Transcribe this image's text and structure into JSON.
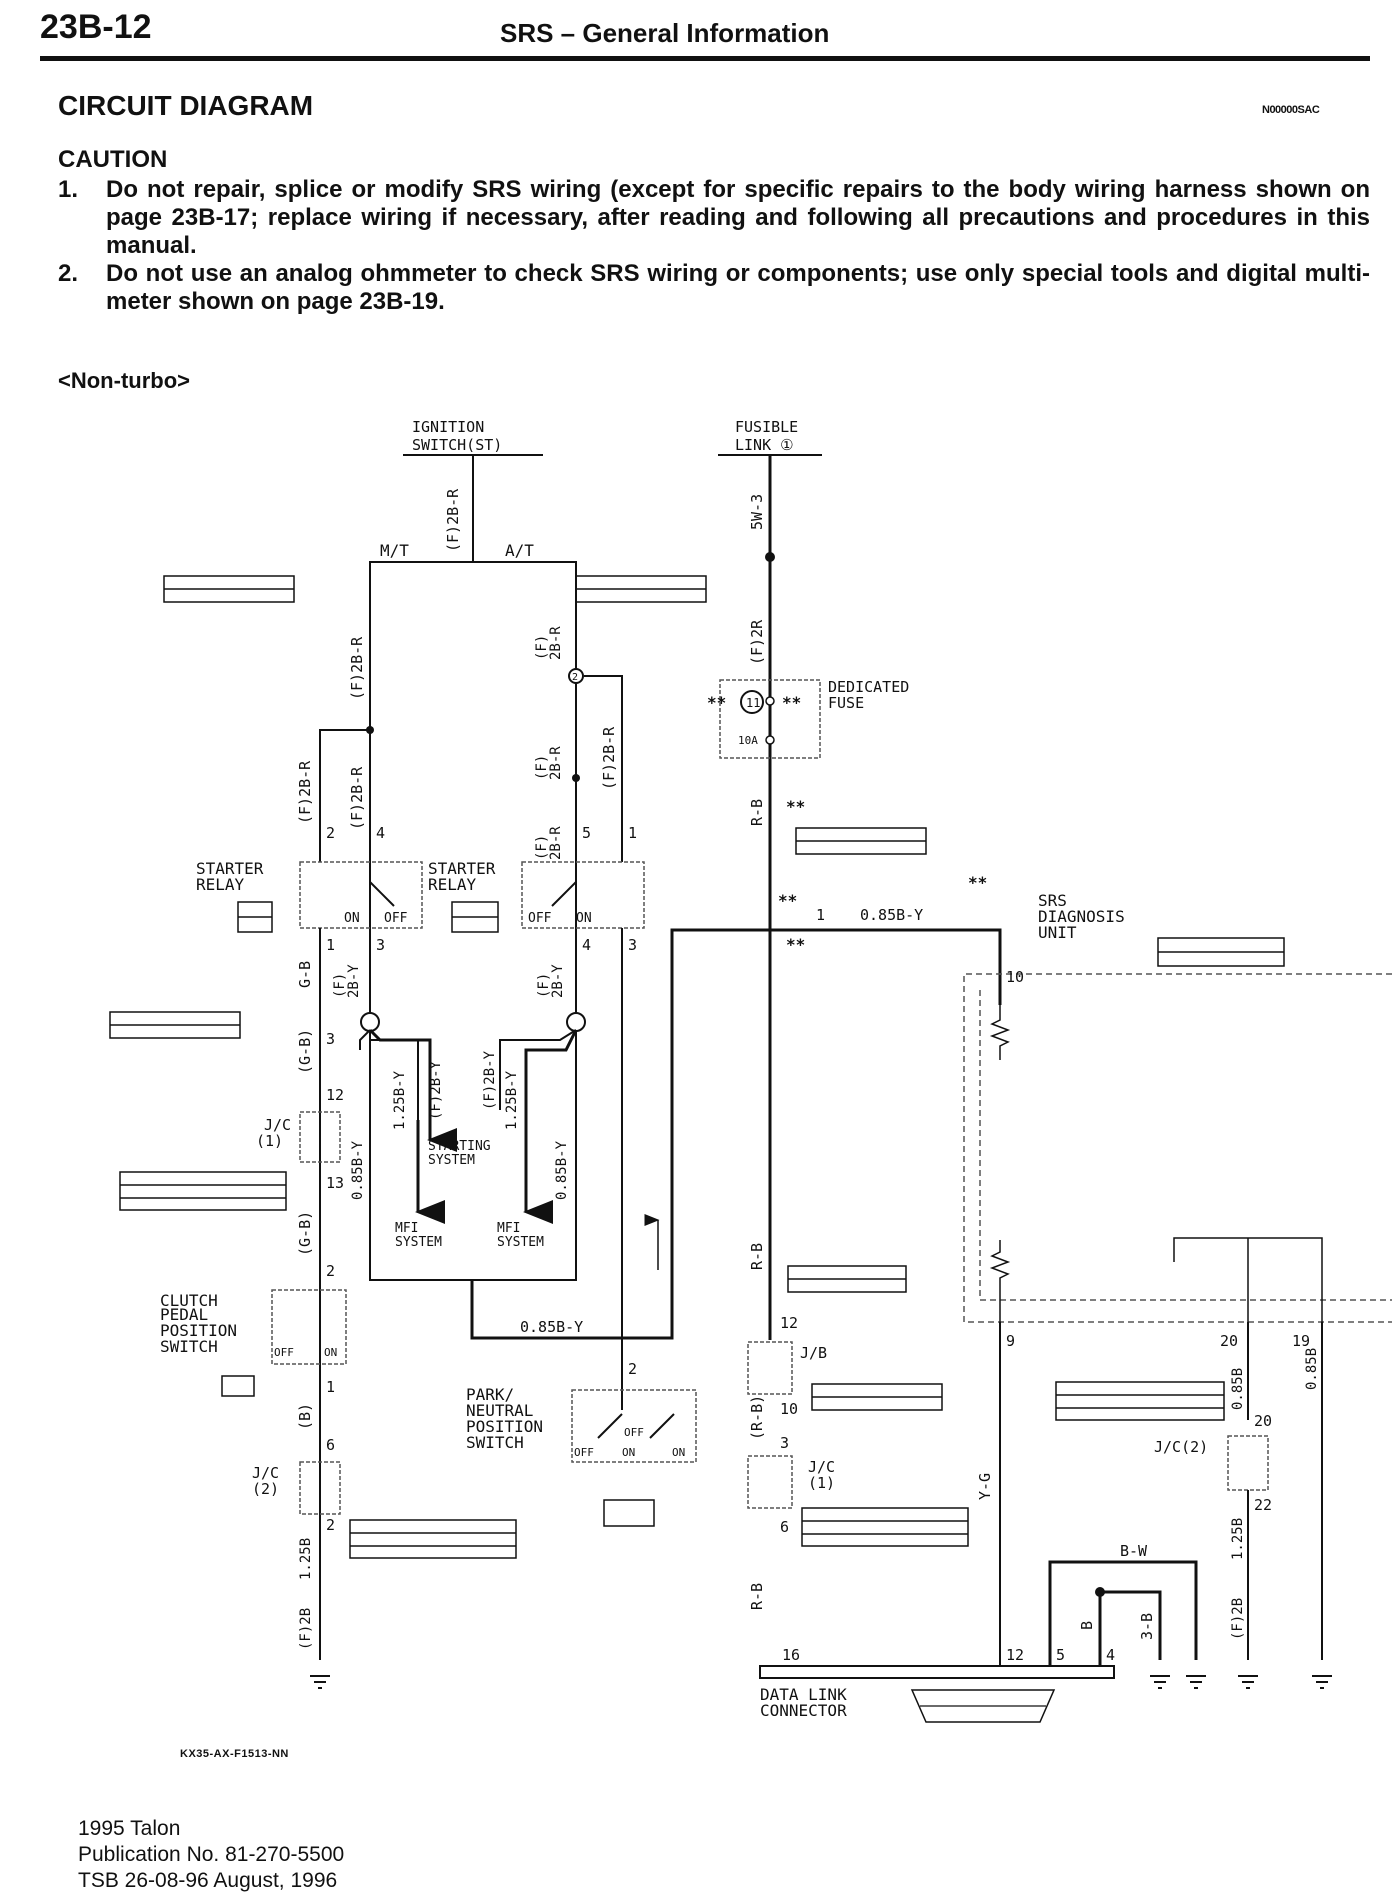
{
  "header": {
    "page_code": "23B-12",
    "title": "SRS – General Information"
  },
  "section_title": "CIRCUIT DIAGRAM",
  "doc_id": "N00000SAC",
  "caution": {
    "heading": "CAUTION",
    "items": [
      {
        "num": "1.",
        "text": "Do not repair, splice or modify SRS wiring (except for specific repairs to the body wiring harness shown on page 23B-17; replace wiring if necessary, after reading and following all precautions and procedures in this manual."
      },
      {
        "num": "2.",
        "text": "Do not use an analog ohmmeter to check SRS wiring or components; use only special tools and digital multi-meter shown on page 23B-19."
      }
    ]
  },
  "variant": "<Non-turbo>",
  "diagram": {
    "ignition_switch": [
      "IGNITION",
      "SWITCH(ST)"
    ],
    "fusible_link": [
      "FUSIBLE",
      "LINK ①"
    ],
    "mt": "M/T",
    "at": "A/T",
    "dedicated_fuse": [
      "DEDICATED",
      "FUSE"
    ],
    "fuse_rating": "10A",
    "fuse_no": "11",
    "starter_relay": [
      "STARTER",
      "RELAY"
    ],
    "on": "ON",
    "off": "OFF",
    "srs_unit": [
      "SRS",
      "DIAGNOSIS",
      "UNIT"
    ],
    "jc1": [
      "J/C",
      "(1)"
    ],
    "jc2": [
      "J/C",
      "(2)"
    ],
    "jc2_right": "J/C(2)",
    "jb": "J/B",
    "starting_system": [
      "STARTING",
      "SYSTEM"
    ],
    "mfi_system": [
      "MFI",
      "SYSTEM"
    ],
    "clutch_switch": [
      "CLUTCH",
      "PEDAL",
      "POSITION",
      "SWITCH"
    ],
    "park_neutral": [
      "PARK/",
      "NEUTRAL",
      "POSITION",
      "SWITCH"
    ],
    "dlc": [
      "DATA LINK",
      "CONNECTOR"
    ],
    "wires": {
      "f2br": "(F)2B-R",
      "f2br_a": "(F)",
      "f2br_b": "2B-R",
      "sw3": "5W-3",
      "f2r": "(F)2R",
      "rb": "R-B",
      "rb_paren": "(R-B)",
      "w085by": "0.85B-Y",
      "gb": "G-B",
      "gb_paren": "(G-B)",
      "f2by": "(F)2B-Y",
      "f2by_a": "(F)",
      "f2by_b": "2B-Y",
      "w125by": "1.25B-Y",
      "b_paren": "(B)",
      "w125b": "1.25B",
      "f2b": "(F)2B",
      "yg": "Y-G",
      "bw": "B-W",
      "b": "B",
      "w3b": "3-B",
      "w085b": "0.85B",
      "stars": "**"
    },
    "pins": {
      "p1": "1",
      "p2": "2",
      "p3": "3",
      "p4": "4",
      "p5": "5",
      "p6": "6",
      "p9": "9",
      "p10": "10",
      "p12": "12",
      "p13": "13",
      "p16": "16",
      "p19": "19",
      "p20": "20",
      "p22": "22"
    }
  },
  "figure_code": "KX35-AX-F1513-NN",
  "footer": {
    "line1": "1995 Talon",
    "line2": "Publication No. 81-270-5500",
    "line3": "TSB 26-08-96  August, 1996"
  }
}
